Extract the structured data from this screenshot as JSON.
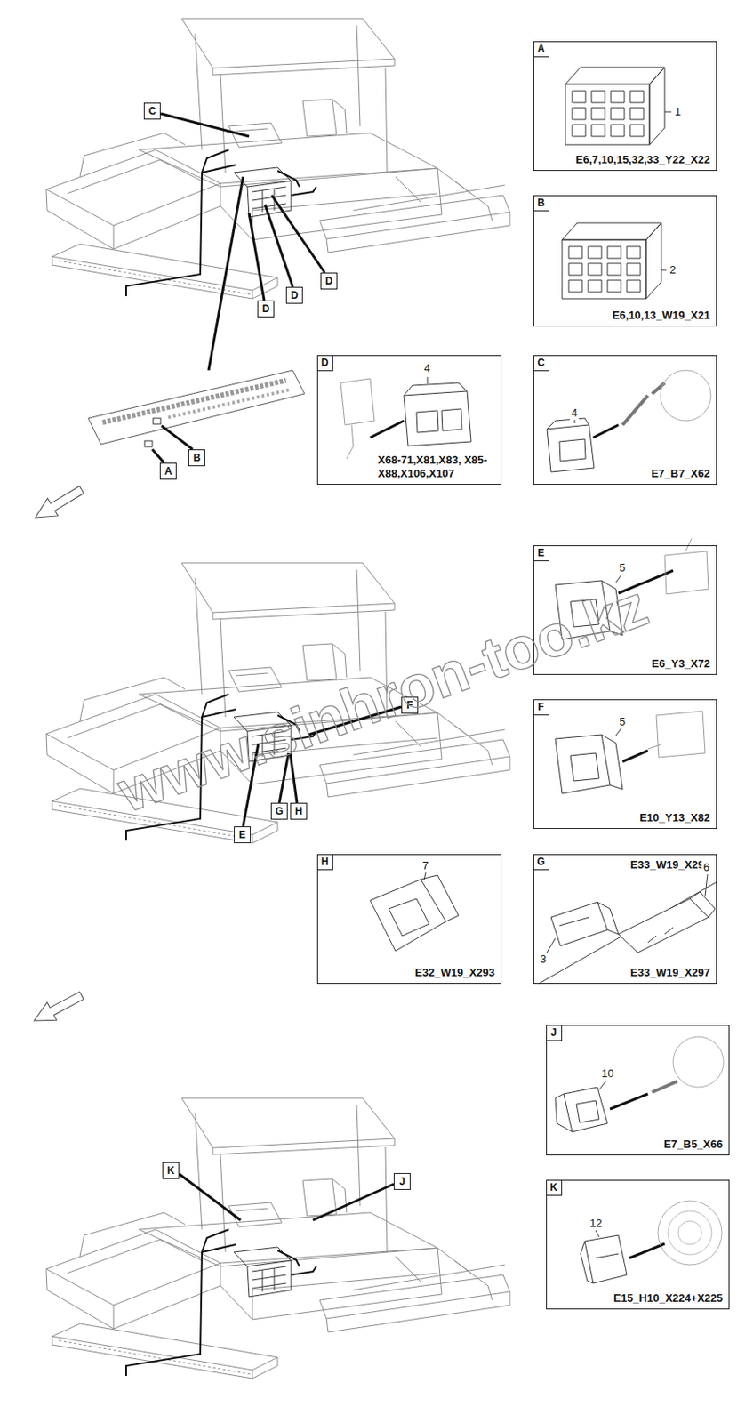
{
  "diagram": {
    "nodes": [
      {
        "text": [
          "C"
        ]
      },
      {
        "text": [
          "D"
        ]
      },
      {
        "text": [
          "D"
        ]
      },
      {
        "text": [
          "D"
        ]
      },
      {
        "text": [
          "B"
        ]
      },
      {
        "text": [
          "A"
        ]
      },
      {
        "text": [
          "E6,7,10,15,32,33_Y22_X22"
        ]
      },
      {
        "text": [
          "A"
        ],
        "in": 6
      },
      {
        "text": [
          "E6,10,13_W19_X21"
        ]
      },
      {
        "text": [
          "B"
        ],
        "in": 8
      },
      {
        "text": [
          "X68-71,X81,X83, X85-X88,X106,X107"
        ]
      },
      {
        "text": [
          "D"
        ],
        "in": 10
      },
      {
        "text": [
          "E7_B7_X62"
        ]
      },
      {
        "text": [
          "C"
        ],
        "in": 12
      },
      {
        "text": [
          "F"
        ]
      },
      {
        "text": [
          "G"
        ]
      },
      {
        "text": [
          "H"
        ]
      },
      {
        "text": [
          "E"
        ]
      },
      {
        "text": [
          "E6_Y3_X72"
        ]
      },
      {
        "text": [
          "E"
        ],
        "in": 18
      },
      {
        "text": [
          "E10_Y13_X82"
        ]
      },
      {
        "text": [
          "F"
        ],
        "in": 20
      },
      {
        "text": [
          "E32_W19_X293"
        ]
      },
      {
        "text": [
          "H"
        ],
        "in": 22
      },
      {
        "text": [
          "E33_W19_X295",
          "E33_W19_X297"
        ]
      },
      {
        "text": [
          "G"
        ],
        "in": 24
      },
      {
        "text": [
          "K"
        ]
      },
      {
        "text": [
          "J"
        ]
      },
      {
        "text": [
          "E7_B5_X66"
        ]
      },
      {
        "text": [
          "J"
        ],
        "in": 28
      },
      {
        "text": [
          "E15_H10_X224+X225"
        ]
      },
      {
        "text": [
          "K"
        ],
        "in": 30
      }
    ],
    "labels": [
      "1",
      "2",
      "4",
      "4",
      "5",
      "5",
      "7",
      "6",
      "3",
      "10",
      "12",
      "www.sinhron-too.kz"
    ]
  }
}
